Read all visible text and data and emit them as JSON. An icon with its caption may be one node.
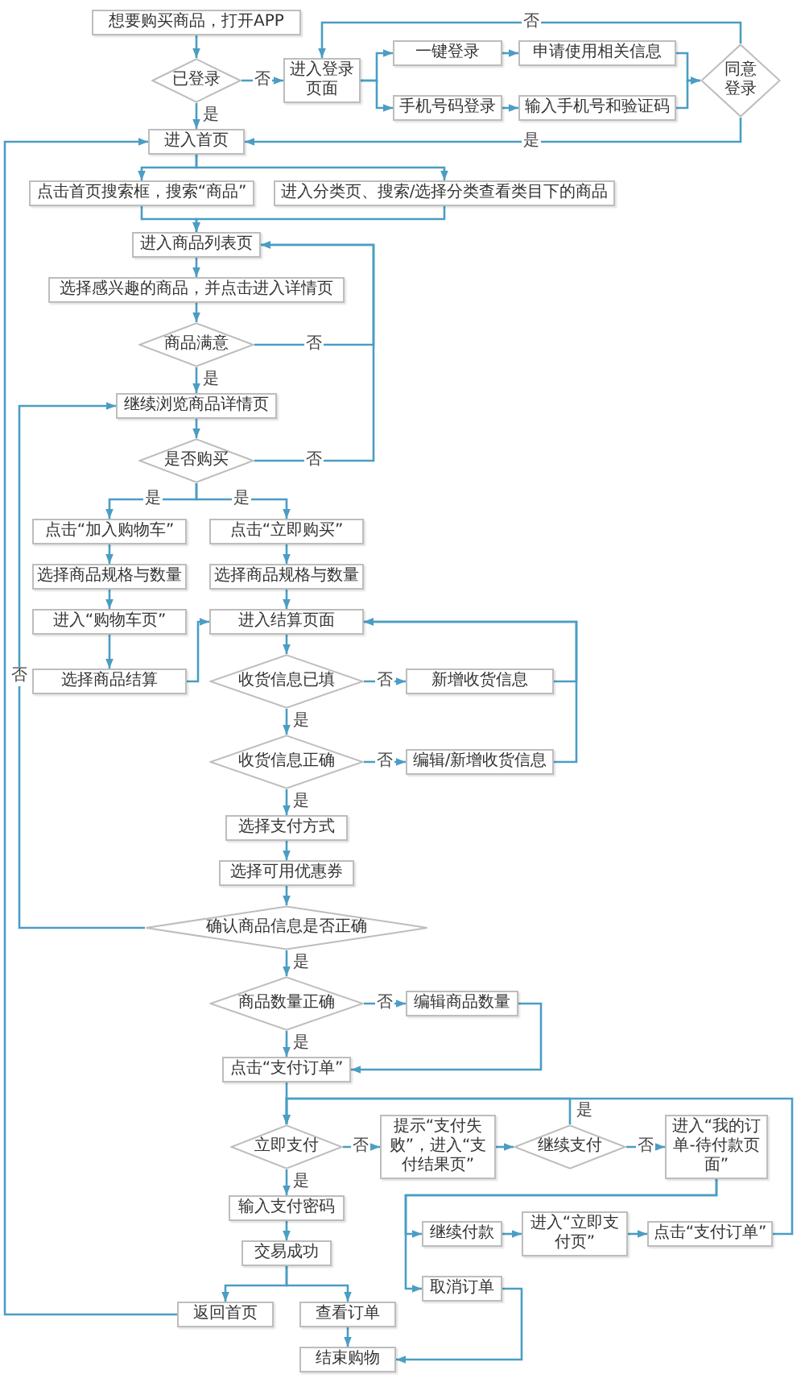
{
  "diagram": {
    "nodes": [
      {
        "text": [
          "想要购买商品，打开APP"
        ]
      },
      {
        "text": [
          "已登录"
        ]
      },
      {
        "text": [
          "进入登录页面"
        ]
      },
      {
        "text": [
          "一键登录"
        ]
      },
      {
        "text": [
          "手机号码登录"
        ]
      },
      {
        "text": [
          "申请使用相关信息"
        ]
      },
      {
        "text": [
          "输入手机号和验证码"
        ]
      },
      {
        "text": [
          "同意登录"
        ]
      },
      {
        "text": [
          "进入首页"
        ]
      },
      {
        "text": [
          "点击首页搜索框，搜索“商品”"
        ]
      },
      {
        "text": [
          "进入分类页、搜索/选择分类查看类目下的商品"
        ]
      },
      {
        "text": [
          "进入商品列表页"
        ]
      },
      {
        "text": [
          "选择感兴趣的商品，并点击进入详情页"
        ]
      },
      {
        "text": [
          "商品满意"
        ]
      },
      {
        "text": [
          "继续浏览商品详情页"
        ]
      },
      {
        "text": [
          "是否购买"
        ]
      },
      {
        "text": [
          "点击“加入购物车”"
        ]
      },
      {
        "text": [
          "点击“立即购买”"
        ]
      },
      {
        "text": [
          "选择商品规格与数量"
        ]
      },
      {
        "text": [
          "选择商品规格与数量"
        ]
      },
      {
        "text": [
          "进入“购物车页”"
        ]
      },
      {
        "text": [
          "选择商品结算"
        ]
      },
      {
        "text": [
          "进入结算页面"
        ]
      },
      {
        "text": [
          "收货信息已填"
        ]
      },
      {
        "text": [
          "新增收货信息"
        ]
      },
      {
        "text": [
          "收货信息正确"
        ]
      },
      {
        "text": [
          "编辑/新增收货信息"
        ]
      },
      {
        "text": [
          "选择支付方式"
        ]
      },
      {
        "text": [
          "选择可用优惠券"
        ]
      },
      {
        "text": [
          "确认商品信息是否正确"
        ]
      },
      {
        "text": [
          "商品数量正确"
        ]
      },
      {
        "text": [
          "编辑商品数量"
        ]
      },
      {
        "text": [
          "点击“支付订单”"
        ]
      },
      {
        "text": [
          "立即支付"
        ]
      },
      {
        "text": [
          "提示“支付失败”，进入“支付结果页”"
        ]
      },
      {
        "text": [
          "继续支付"
        ]
      },
      {
        "text": [
          "进入“我的订单-待付款页面”"
        ]
      },
      {
        "text": [
          "继续付款"
        ]
      },
      {
        "text": [
          "进入“立即支付页”"
        ]
      },
      {
        "text": [
          "点击“支付订单”"
        ]
      },
      {
        "text": [
          "取消订单"
        ]
      },
      {
        "text": [
          "输入支付密码"
        ]
      },
      {
        "text": [
          "交易成功"
        ]
      },
      {
        "text": [
          "返回首页"
        ]
      },
      {
        "text": [
          "查看订单"
        ]
      },
      {
        "text": [
          "结束购物"
        ]
      }
    ],
    "edges": [
      {
        "from": 0,
        "to": 1,
        "arrow": "to"
      },
      {
        "from": 1,
        "to": 2,
        "arrow": "to",
        "label": "否"
      },
      {
        "from": 1,
        "to": 8,
        "arrow": "to",
        "label": "是"
      },
      {
        "from": 2,
        "to": 3,
        "arrow": "to"
      },
      {
        "from": 2,
        "to": 4,
        "arrow": "to"
      },
      {
        "from": 3,
        "to": 5,
        "arrow": "to"
      },
      {
        "from": 4,
        "to": 6,
        "arrow": "to"
      },
      {
        "from": 5,
        "to": 7,
        "arrow": "to"
      },
      {
        "from": 6,
        "to": 7,
        "arrow": "to"
      },
      {
        "from": 7,
        "to": 2,
        "arrow": "to",
        "label": "否"
      },
      {
        "from": 7,
        "to": 8,
        "arrow": "to",
        "label": "是"
      },
      {
        "from": 8,
        "to": 9,
        "arrow": "to"
      },
      {
        "from": 8,
        "to": 10,
        "arrow": "to"
      },
      {
        "from": 9,
        "to": 11,
        "arrow": "to"
      },
      {
        "from": 10,
        "to": 11,
        "arrow": "to"
      },
      {
        "from": 11,
        "to": 12,
        "arrow": "to"
      },
      {
        "from": 12,
        "to": 13,
        "arrow": "to"
      },
      {
        "from": 13,
        "to": 11,
        "arrow": "to",
        "label": "否"
      },
      {
        "from": 13,
        "to": 14,
        "arrow": "to",
        "label": "是"
      },
      {
        "from": 14,
        "to": 15,
        "arrow": "to"
      },
      {
        "from": 15,
        "to": 11,
        "arrow": "to",
        "label": "否"
      },
      {
        "from": 15,
        "to": 16,
        "arrow": "to",
        "label": "是"
      },
      {
        "from": 15,
        "to": 17,
        "arrow": "to",
        "label": "是"
      },
      {
        "from": 16,
        "to": 18,
        "arrow": "to"
      },
      {
        "from": 17,
        "to": 19,
        "arrow": "to"
      },
      {
        "from": 18,
        "to": 20,
        "arrow": "to"
      },
      {
        "from": 20,
        "to": 21,
        "arrow": "to"
      },
      {
        "from": 19,
        "to": 22,
        "arrow": "to"
      },
      {
        "from": 21,
        "to": 22,
        "arrow": "to"
      },
      {
        "from": 22,
        "to": 23,
        "arrow": "to"
      },
      {
        "from": 23,
        "to": 24,
        "arrow": "to",
        "label": "否"
      },
      {
        "from": 24,
        "to": 22,
        "arrow": "to"
      },
      {
        "from": 23,
        "to": 25,
        "arrow": "to",
        "label": "是"
      },
      {
        "from": 25,
        "to": 26,
        "arrow": "to",
        "label": "否"
      },
      {
        "from": 26,
        "to": 22,
        "arrow": "to"
      },
      {
        "from": 25,
        "to": 27,
        "arrow": "to",
        "label": "是"
      },
      {
        "from": 27,
        "to": 28,
        "arrow": "to"
      },
      {
        "from": 28,
        "to": 29,
        "arrow": "to"
      },
      {
        "from": 29,
        "to": 14,
        "arrow": "to",
        "label": "否"
      },
      {
        "from": 29,
        "to": 30,
        "arrow": "to",
        "label": "是"
      },
      {
        "from": 30,
        "to": 31,
        "arrow": "to",
        "label": "否"
      },
      {
        "from": 31,
        "to": 32,
        "arrow": "to"
      },
      {
        "from": 30,
        "to": 32,
        "arrow": "to",
        "label": "是"
      },
      {
        "from": 32,
        "to": 33,
        "arrow": "to"
      },
      {
        "from": 33,
        "to": 34,
        "arrow": "to",
        "label": "否"
      },
      {
        "from": 34,
        "to": 35,
        "arrow": "to"
      },
      {
        "from": 35,
        "to": 36,
        "arrow": "to",
        "label": "否"
      },
      {
        "from": 35,
        "to": 33,
        "arrow": "to",
        "label": "是"
      },
      {
        "from": 36,
        "to": 37,
        "arrow": "to"
      },
      {
        "from": 36,
        "to": 40,
        "arrow": "to"
      },
      {
        "from": 37,
        "to": 38,
        "arrow": "to"
      },
      {
        "from": 38,
        "to": 39,
        "arrow": "to"
      },
      {
        "from": 39,
        "to": 33,
        "arrow": "to"
      },
      {
        "from": 33,
        "to": 41,
        "arrow": "to",
        "label": "是"
      },
      {
        "from": 41,
        "to": 42,
        "arrow": "to"
      },
      {
        "from": 42,
        "to": 43,
        "arrow": "to"
      },
      {
        "from": 42,
        "to": 44,
        "arrow": "to"
      },
      {
        "from": 43,
        "to": 8,
        "arrow": "to"
      },
      {
        "from": 44,
        "to": 45,
        "arrow": "to"
      },
      {
        "from": 40,
        "to": 45,
        "arrow": "to"
      }
    ]
  }
}
